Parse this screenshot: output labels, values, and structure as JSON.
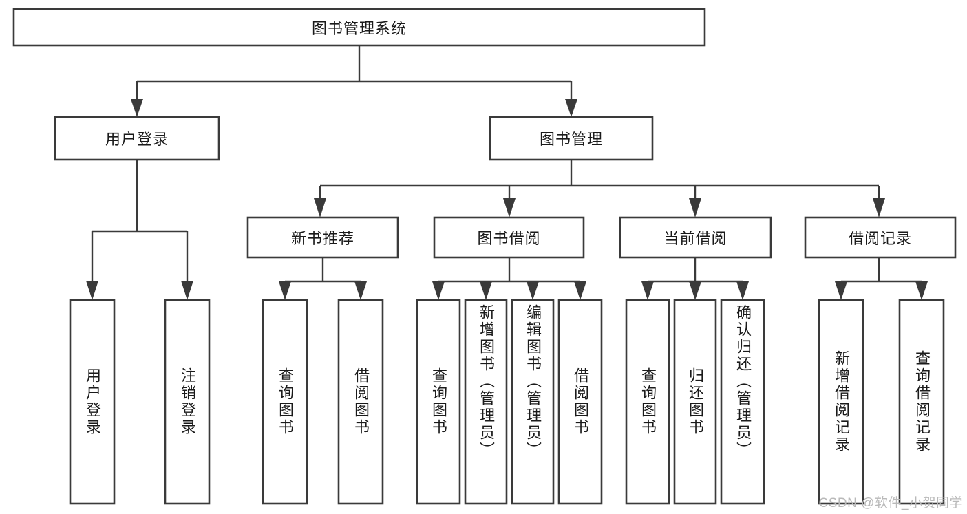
{
  "diagram": {
    "type": "tree-hierarchy",
    "title": "图书管理系统",
    "watermark": "CSDN @软件_小贺同学",
    "root": {
      "id": "root",
      "label": "图书管理系统",
      "orientation": "horizontal"
    },
    "level2": [
      {
        "id": "user-login",
        "label": "用户登录",
        "orientation": "horizontal"
      },
      {
        "id": "book-manage",
        "label": "图书管理",
        "orientation": "horizontal"
      }
    ],
    "level3": [
      {
        "id": "new-book-recommend",
        "label": "新书推荐",
        "parent": "book-manage",
        "orientation": "horizontal"
      },
      {
        "id": "book-borrow",
        "label": "图书借阅",
        "parent": "book-manage",
        "orientation": "horizontal"
      },
      {
        "id": "current-borrow",
        "label": "当前借阅",
        "parent": "book-manage",
        "orientation": "horizontal"
      },
      {
        "id": "borrow-record",
        "label": "借阅记录",
        "parent": "book-manage",
        "orientation": "horizontal"
      }
    ],
    "leaves": [
      {
        "id": "leaf-user-login",
        "label": "用户登录",
        "parent": "user-login",
        "orientation": "vertical"
      },
      {
        "id": "leaf-logout-login",
        "label": "注销登录",
        "parent": "user-login",
        "orientation": "vertical"
      },
      {
        "id": "leaf-query-book-1",
        "label": "查询图书",
        "parent": "new-book-recommend",
        "orientation": "vertical"
      },
      {
        "id": "leaf-borrow-book-1",
        "label": "借阅图书",
        "parent": "new-book-recommend",
        "orientation": "vertical"
      },
      {
        "id": "leaf-query-book-2",
        "label": "查询图书",
        "parent": "book-borrow",
        "orientation": "vertical"
      },
      {
        "id": "leaf-add-book",
        "label": "新增图书（管理员）",
        "parent": "book-borrow",
        "orientation": "vertical"
      },
      {
        "id": "leaf-edit-book",
        "label": "编辑图书（管理员）",
        "parent": "book-borrow",
        "orientation": "vertical"
      },
      {
        "id": "leaf-borrow-book-2",
        "label": "借阅图书",
        "parent": "book-borrow",
        "orientation": "vertical"
      },
      {
        "id": "leaf-query-book-3",
        "label": "查询图书",
        "parent": "current-borrow",
        "orientation": "vertical"
      },
      {
        "id": "leaf-return-book",
        "label": "归还图书",
        "parent": "current-borrow",
        "orientation": "vertical"
      },
      {
        "id": "leaf-confirm-return",
        "label": "确认归还（管理员）",
        "parent": "current-borrow",
        "orientation": "vertical"
      },
      {
        "id": "leaf-add-record",
        "label": "新增借阅记录",
        "parent": "borrow-record",
        "orientation": "vertical"
      },
      {
        "id": "leaf-query-record",
        "label": "查询借阅记录",
        "parent": "borrow-record",
        "orientation": "vertical"
      }
    ],
    "colors": {
      "background": "#ffffff",
      "box_fill": "#ffffff",
      "box_stroke": "#3a3a3a",
      "connector": "#3a3a3a",
      "text": "#1a1a1a",
      "watermark": "#b9b9b9"
    }
  }
}
